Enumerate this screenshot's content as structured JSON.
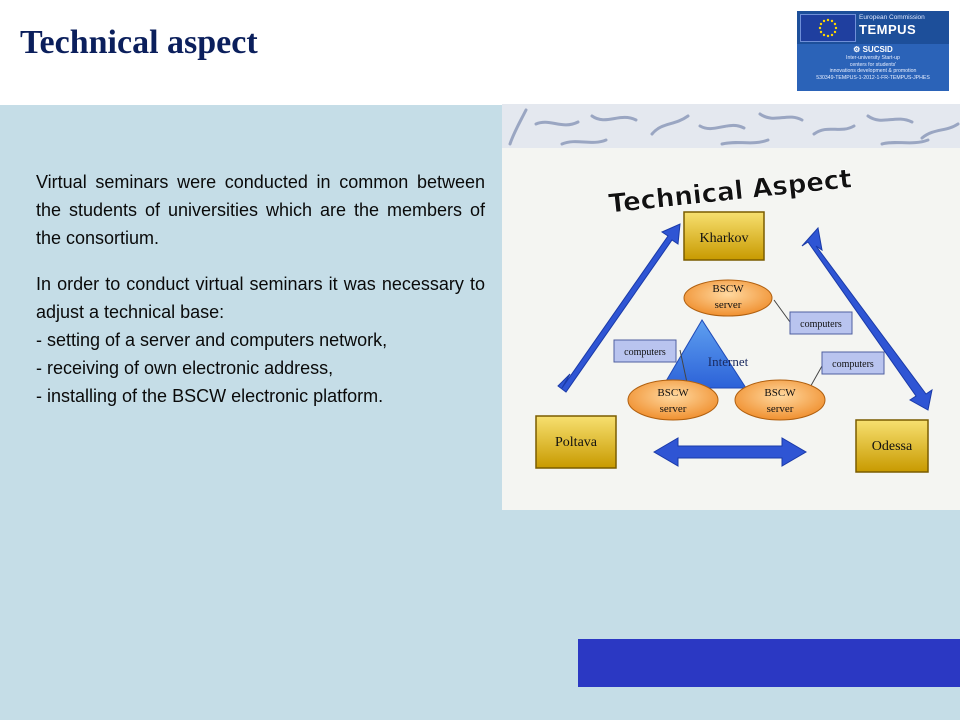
{
  "title": "Technical aspect",
  "logo": {
    "ec": "European Commission",
    "tempus": "TEMPUS",
    "sucsid": "SUCSID",
    "line1": "Inter-university Start-up",
    "line2": "centers for students'",
    "line3": "innovations development & promotion",
    "line4": "530349-TEMPUS-1-2012-1-FR-TEMPUS-JPHES"
  },
  "content": {
    "paragraph1": "Virtual seminars were conducted in common between the students of universities which are the members of the consortium.",
    "paragraph2": "In order to conduct virtual seminars it was necessary to adjust a technical base:",
    "items": [
      "- setting of a server and computers network,",
      "- receiving of own electronic address,",
      "- installing of the BSCW electronic platform."
    ]
  },
  "diagram": {
    "heading": "Technical Aspect",
    "nodes": {
      "kharkov": "Kharkov",
      "poltava": "Poltava",
      "odessa": "Odessa",
      "internet": "Internet"
    },
    "server_lines": [
      "BSCW",
      "server"
    ],
    "computers": "computers"
  },
  "colors": {
    "background": "#c5dde7",
    "title": "#0b1f5c",
    "bar": "#2b38c3",
    "city_box": "#e0b800",
    "server": "#f0a040",
    "computers_box": "#b9c4ef",
    "arrow": "#2f55d4",
    "triangle": "#3a78e0"
  }
}
